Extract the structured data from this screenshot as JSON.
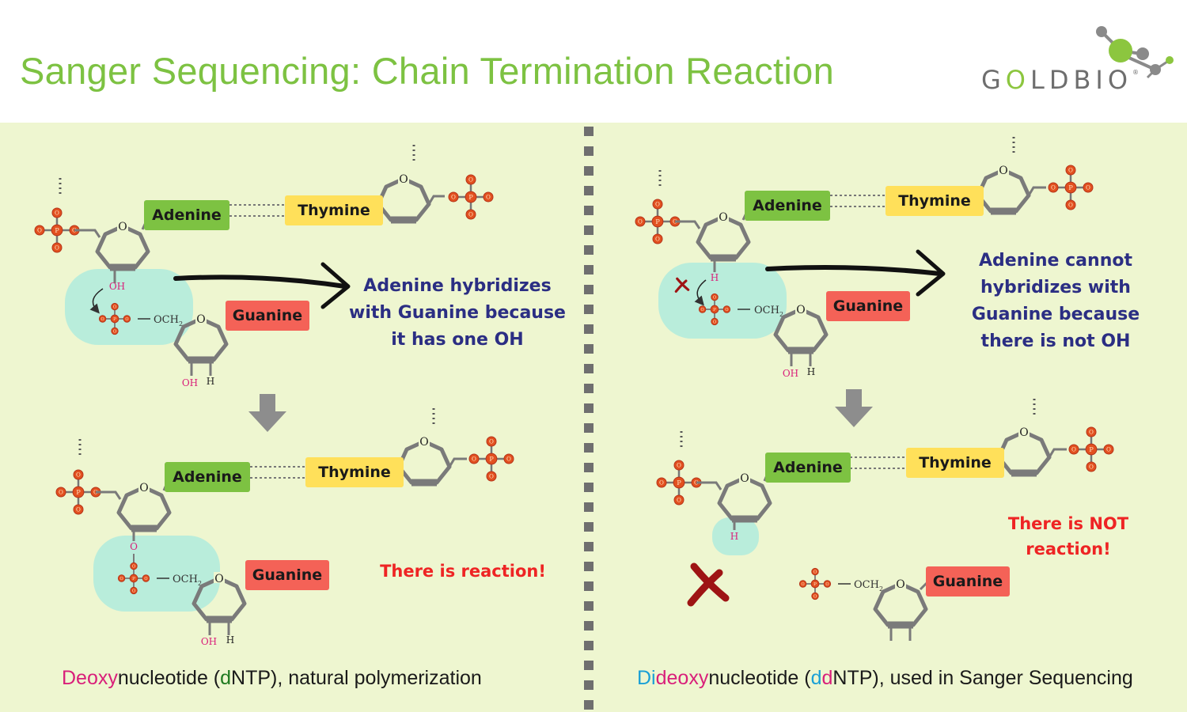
{
  "title": "Sanger Sequencing: Chain Termination Reaction",
  "logo": {
    "text_prefix": "G",
    "text_o": "O",
    "text_suffix": "LDBIO",
    "registered": "®"
  },
  "colors": {
    "title_green": "#7dc242",
    "panel_bg": "#eef6d0",
    "adenine": "#7dc242",
    "thymine": "#ffe05a",
    "guanine": "#f46257",
    "highlight": "#b9eddb",
    "note_blue": "#2b2e83",
    "reaction_red": "#ee2424",
    "phosphate": "#e2501f",
    "x_mark": "#9e1414"
  },
  "labels": {
    "adenine": "Adenine",
    "thymine": "Thymine",
    "guanine": "Guanine"
  },
  "chem": {
    "o": "O",
    "p": "P",
    "oh": "OH",
    "h": "H",
    "och": "OCH",
    "sub2": "2"
  },
  "left": {
    "note": [
      "Adenine hybridizes",
      "with Guanine because",
      "it has one OH"
    ],
    "reaction": "There is reaction!",
    "caption": {
      "prefix": "Deoxy",
      "middle": "nucleotide (",
      "d": "d",
      "suffix": "NTP), natural polymerization"
    }
  },
  "right": {
    "note": [
      "Adenine cannot",
      "hybridizes with",
      "Guanine because",
      "there is not OH"
    ],
    "reaction": [
      "There is NOT",
      "reaction!"
    ],
    "caption": {
      "di": "Di",
      "deoxy": "deoxy",
      "middle": "nucleotide (",
      "dd1": "d",
      "dd2": "d",
      "suffix": "NTP), used in Sanger Sequencing"
    }
  }
}
